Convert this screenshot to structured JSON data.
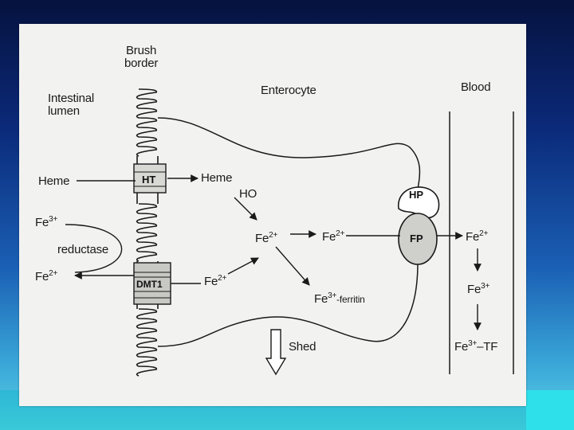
{
  "labels": {
    "brush_border_1": "Brush",
    "brush_border_2": "border",
    "lumen_1": "Intestinal",
    "lumen_2": "lumen",
    "enterocyte": "Enterocyte",
    "blood": "Blood",
    "heme_lumen": "Heme",
    "ht": "HT",
    "heme_cell": "Heme",
    "ho": "HO",
    "fe3_lumen_base": "Fe",
    "fe3_lumen_sup": "3+",
    "reductase": "reductase",
    "fe2_lumen_base": "Fe",
    "fe2_lumen_sup": "2+",
    "dmt1": "DMT1",
    "fe2_dmt_base": "Fe",
    "fe2_dmt_sup": "2+",
    "fe2_center_base": "Fe",
    "fe2_center_sup": "2+",
    "fe2_right_base": "Fe",
    "fe2_right_sup": "2+",
    "hp": "HP",
    "fp": "FP",
    "fe2_blood_base": "Fe",
    "fe2_blood_sup": "2+",
    "fe3_blood_base": "Fe",
    "fe3_blood_sup": "3+",
    "fe3_tf_base": "Fe",
    "fe3_tf_sup": "3+",
    "fe3_tf_suffix": "–TF",
    "ferritin_base": "Fe",
    "ferritin_sup": "3+",
    "ferritin_suffix": "-ferritin",
    "shed": "Shed"
  },
  "colors": {
    "slide_bg": "#f2f2f0",
    "ink": "#1a1a1a"
  }
}
